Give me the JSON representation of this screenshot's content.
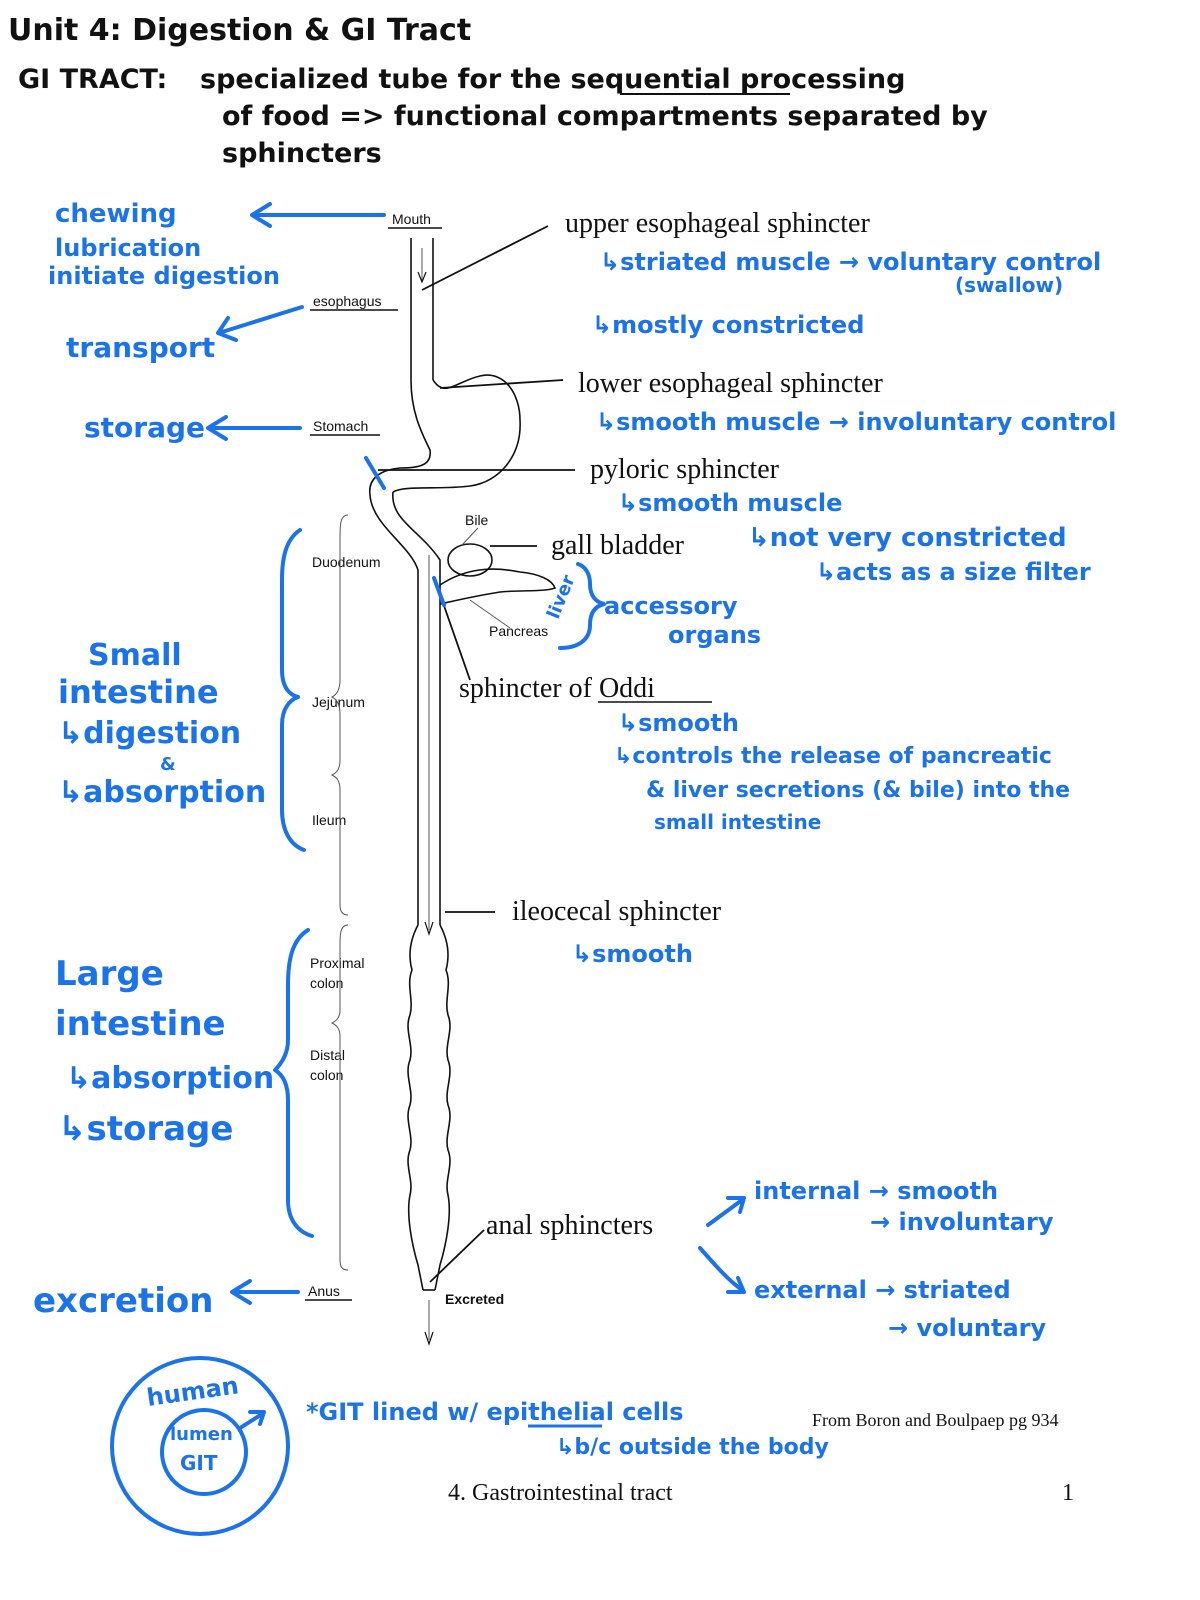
{
  "header": {
    "title": "Unit 4: Digestion & GI Tract",
    "def_label": "GI TRACT:",
    "def_line1": "specialized tube for the sequential processing",
    "def_line2": "of food => functional compartments separated by",
    "def_line3": "sphincters"
  },
  "figure_labels": {
    "mouth": "Mouth",
    "esophagus": "esophagus",
    "stomach": "Stomach",
    "bile": "Bile",
    "duodenum": "Duodenum",
    "pancreas": "Pancreas",
    "jejunum": "Jejunum",
    "ileum": "Ileum",
    "proximal_colon_1": "Proximal",
    "proximal_colon_2": "colon",
    "distal_colon_1": "Distal",
    "distal_colon_2": "colon",
    "anus": "Anus",
    "excreted": "Excreted"
  },
  "sphincters": {
    "upper": "upper esophageal sphincter",
    "lower": "lower esophageal sphincter",
    "pyloric": "pyloric sphincter",
    "gall_bladder": "gall bladder",
    "oddi": "sphincter of Oddi",
    "ileocecal": "ileocecal sphincter",
    "anal": "anal sphincters"
  },
  "notes_left": {
    "chewing": "chewing",
    "lubrication": "lubrication",
    "initiate": "initiate digestion",
    "transport": "transport",
    "storage": "storage",
    "small_1": "Small",
    "small_2": "intestine",
    "small_3": "↳digestion",
    "small_amp": "&",
    "small_4": "↳absorption",
    "large_1": "Large",
    "large_2": "intestine",
    "large_3": "↳absorption",
    "large_4": "↳storage",
    "excretion": "excretion"
  },
  "notes_right": {
    "upper_1": "↳striated muscle → voluntary control",
    "upper_2": "(swallow)",
    "upper_3": "↳mostly constricted",
    "lower_1": "↳smooth muscle → involuntary control",
    "pyloric_1": "↳smooth muscle",
    "pyloric_2": "↳not very constricted",
    "pyloric_3": "↳acts as a size filter",
    "liver": "liver",
    "accessory_1": "accessory",
    "accessory_2": "organs",
    "oddi_1": "↳smooth",
    "oddi_2": "↳controls the release of pancreatic",
    "oddi_3": "& liver secretions (& bile) into the",
    "oddi_4": "small intestine",
    "ileocecal_1": "↳smooth",
    "internal_1": "internal → smooth",
    "internal_2": "→ involuntary",
    "external_1": "external → striated",
    "external_2": "→ voluntary"
  },
  "footer": {
    "human": "human",
    "lumen": "lumen",
    "git": "GIT",
    "lined": "*GIT lined w/ epithelial cells",
    "outside": "↳b/c outside the body",
    "source": "From Boron and Boulpaep pg 934",
    "caption": "4. Gastrointestinal tract",
    "page_number": "1"
  },
  "colors": {
    "annotation_blue": "#1a73e8",
    "ink": "#111111"
  }
}
